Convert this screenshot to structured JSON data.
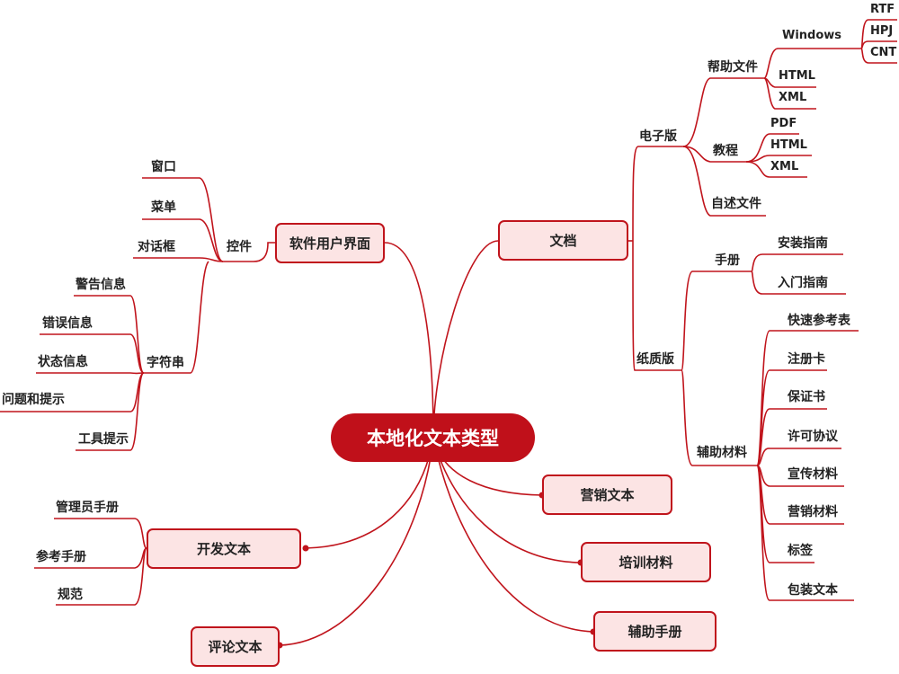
{
  "colors": {
    "line": "#c0141c",
    "box_fill": "#fce4e4",
    "root_fill": "#c0101a"
  },
  "root": "本地化文本类型",
  "branches": {
    "docs": "文档",
    "software_ui": "软件用户界面",
    "marketing_text": "营销文本",
    "training": "培训材料",
    "aux_manual": "辅助手册",
    "dev_text": "开发文本",
    "review_text": "评论文本"
  },
  "docs": {
    "electronic": "电子版",
    "help_files": "帮助文件",
    "windows": "Windows",
    "windows_children": [
      "RTF",
      "HPJ",
      "CNT"
    ],
    "help_html": "HTML",
    "help_xml": "XML",
    "tutorial": "教程",
    "tutorial_children": [
      "PDF",
      "HTML",
      "XML"
    ],
    "readme": "自述文件",
    "paper": "纸质版",
    "manual": "手册",
    "manual_children": [
      "安装指南",
      "入门指南"
    ],
    "aux_materials": "辅助材料",
    "aux_children": [
      "快速参考表",
      "注册卡",
      "保证书",
      "许可协议",
      "宣传材料",
      "营销材料",
      "标签",
      "包装文本"
    ]
  },
  "ui": {
    "controls": "控件",
    "controls_children": [
      "窗口",
      "菜单",
      "对话框"
    ],
    "strings": "字符串",
    "strings_children": [
      "警告信息",
      "错误信息",
      "状态信息",
      "问题和提示",
      "工具提示"
    ]
  },
  "dev": {
    "children": [
      "管理员手册",
      "参考手册",
      "规范"
    ]
  }
}
